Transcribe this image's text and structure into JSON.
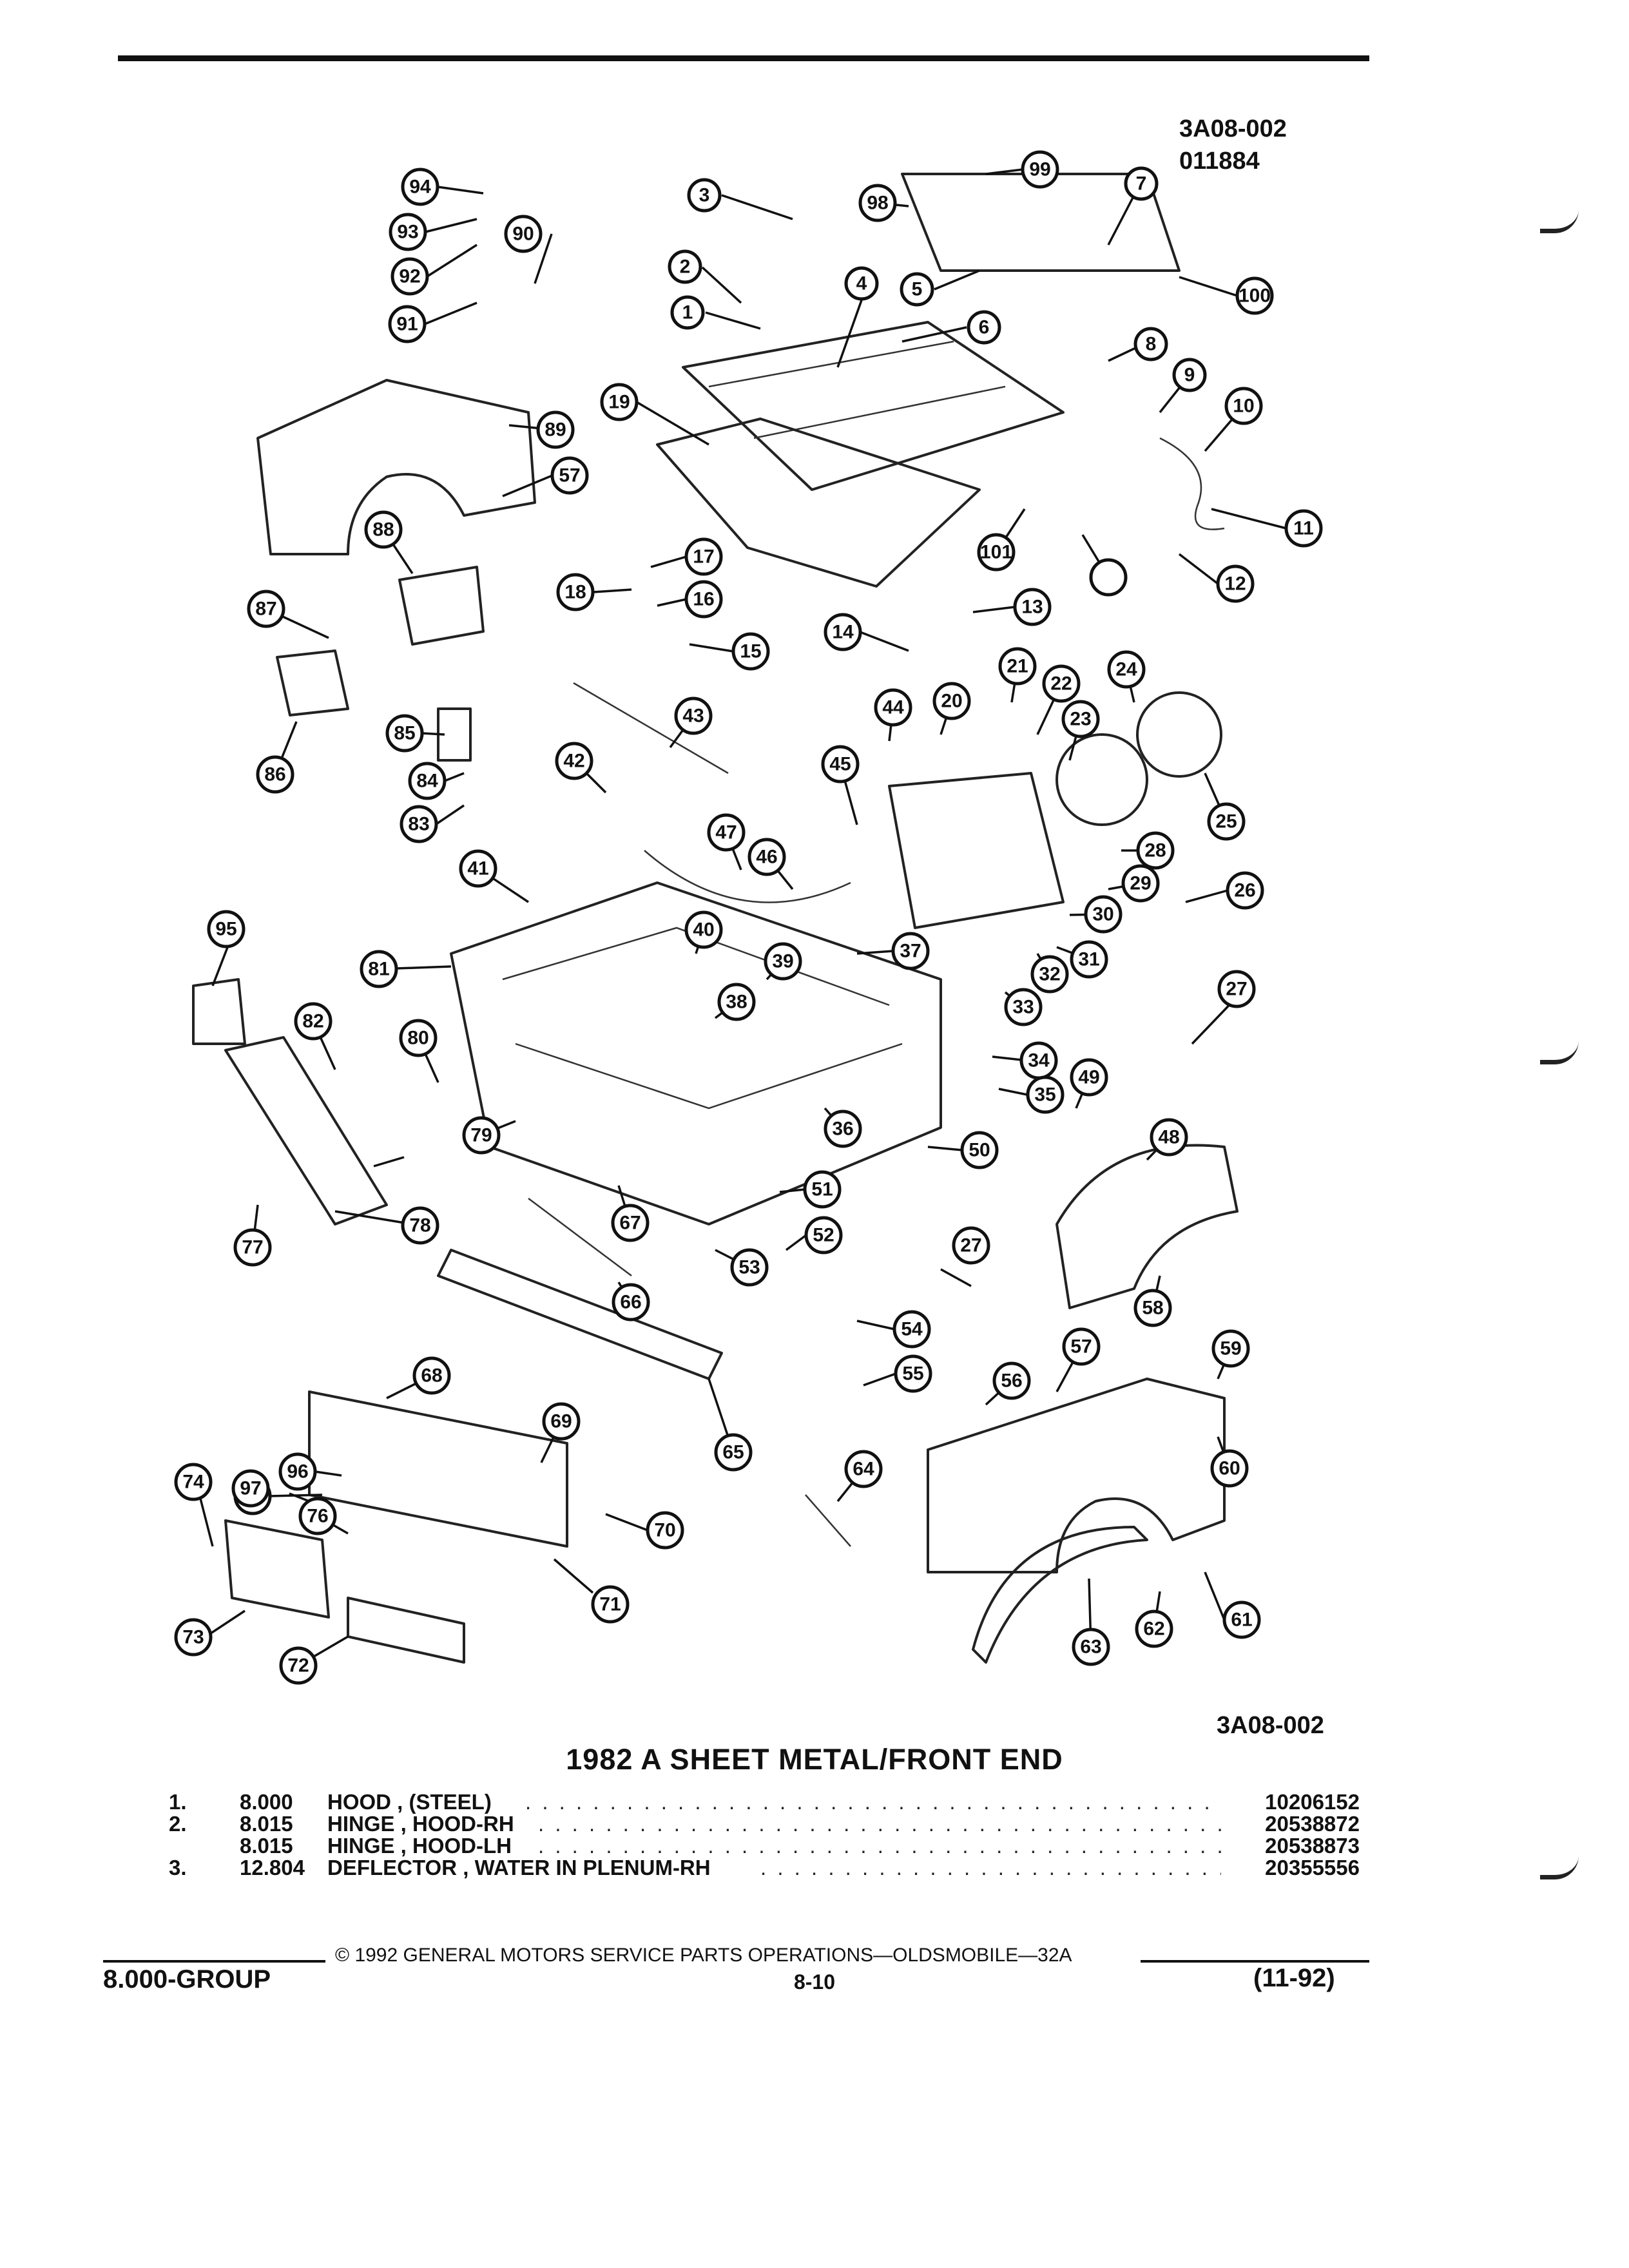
{
  "header": {
    "ref_code": "3A08-002",
    "ref_serial": "011884"
  },
  "diagram": {
    "callouts": [
      {
        "num": "1"
      },
      {
        "num": "2"
      },
      {
        "num": "3"
      },
      {
        "num": "4"
      },
      {
        "num": "5"
      },
      {
        "num": "6"
      },
      {
        "num": "7"
      },
      {
        "num": "8"
      },
      {
        "num": "9"
      },
      {
        "num": "10"
      },
      {
        "num": "11"
      },
      {
        "num": "12"
      },
      {
        "num": "13"
      },
      {
        "num": "14"
      },
      {
        "num": "15"
      },
      {
        "num": "16"
      },
      {
        "num": "17"
      },
      {
        "num": "18"
      },
      {
        "num": "19"
      },
      {
        "num": "20"
      },
      {
        "num": "21"
      },
      {
        "num": "22"
      },
      {
        "num": "23"
      },
      {
        "num": "24"
      },
      {
        "num": "25"
      },
      {
        "num": "26"
      },
      {
        "num": "27"
      },
      {
        "num": "27"
      },
      {
        "num": "28"
      },
      {
        "num": "29"
      },
      {
        "num": "30"
      },
      {
        "num": "31"
      },
      {
        "num": "32"
      },
      {
        "num": "33"
      },
      {
        "num": "34"
      },
      {
        "num": "35"
      },
      {
        "num": "36"
      },
      {
        "num": "37"
      },
      {
        "num": "38"
      },
      {
        "num": "39"
      },
      {
        "num": "40"
      },
      {
        "num": "41"
      },
      {
        "num": "42"
      },
      {
        "num": "43"
      },
      {
        "num": "44"
      },
      {
        "num": "45"
      },
      {
        "num": "46"
      },
      {
        "num": "47"
      },
      {
        "num": "48"
      },
      {
        "num": "49"
      },
      {
        "num": "50"
      },
      {
        "num": "51"
      },
      {
        "num": "52"
      },
      {
        "num": "53"
      },
      {
        "num": "54"
      },
      {
        "num": "55"
      },
      {
        "num": "56"
      },
      {
        "num": "57"
      },
      {
        "num": "57"
      },
      {
        "num": "58"
      },
      {
        "num": "59"
      },
      {
        "num": "60"
      },
      {
        "num": "61"
      },
      {
        "num": "62"
      },
      {
        "num": "63"
      },
      {
        "num": "64"
      },
      {
        "num": "65"
      },
      {
        "num": "66"
      },
      {
        "num": "67"
      },
      {
        "num": "68"
      },
      {
        "num": "69"
      },
      {
        "num": "70"
      },
      {
        "num": "71"
      },
      {
        "num": "72"
      },
      {
        "num": "73"
      },
      {
        "num": "74"
      },
      {
        "num": "75"
      },
      {
        "num": "76"
      },
      {
        "num": "77"
      },
      {
        "num": "78"
      },
      {
        "num": "79"
      },
      {
        "num": "80"
      },
      {
        "num": "81"
      },
      {
        "num": "82"
      },
      {
        "num": "83"
      },
      {
        "num": "84"
      },
      {
        "num": "85"
      },
      {
        "num": "86"
      },
      {
        "num": "87"
      },
      {
        "num": "88"
      },
      {
        "num": "89"
      },
      {
        "num": "90"
      },
      {
        "num": "91"
      },
      {
        "num": "92"
      },
      {
        "num": "93"
      },
      {
        "num": "94"
      },
      {
        "num": "95"
      },
      {
        "num": "96"
      },
      {
        "num": "97"
      },
      {
        "num": "98"
      },
      {
        "num": "99"
      },
      {
        "num": "100"
      },
      {
        "num": "101"
      }
    ],
    "bottom_ref": "3A08-002"
  },
  "caption": {
    "title": "1982 A SHEET METAL/FRONT END"
  },
  "parts_list": [
    {
      "num": "1.",
      "group": "8.000",
      "desc": "HOOD , (STEEL)",
      "part_no": "10206152"
    },
    {
      "num": "2.",
      "group": "8.015",
      "desc": "HINGE , HOOD-RH",
      "part_no": "20538872"
    },
    {
      "num": "",
      "group": "8.015",
      "desc": "HINGE , HOOD-LH",
      "part_no": "20538873"
    },
    {
      "num": "3.",
      "group": "12.804",
      "desc": "DEFLECTOR , WATER IN PLENUM-RH",
      "part_no": "20355556"
    }
  ],
  "footer": {
    "copyright": "© 1992 GENERAL MOTORS SERVICE PARTS OPERATIONS—OLDSMOBILE—32A",
    "group_label": "8.000-GROUP",
    "page_number": "8-10",
    "revision": "(11-92)"
  }
}
